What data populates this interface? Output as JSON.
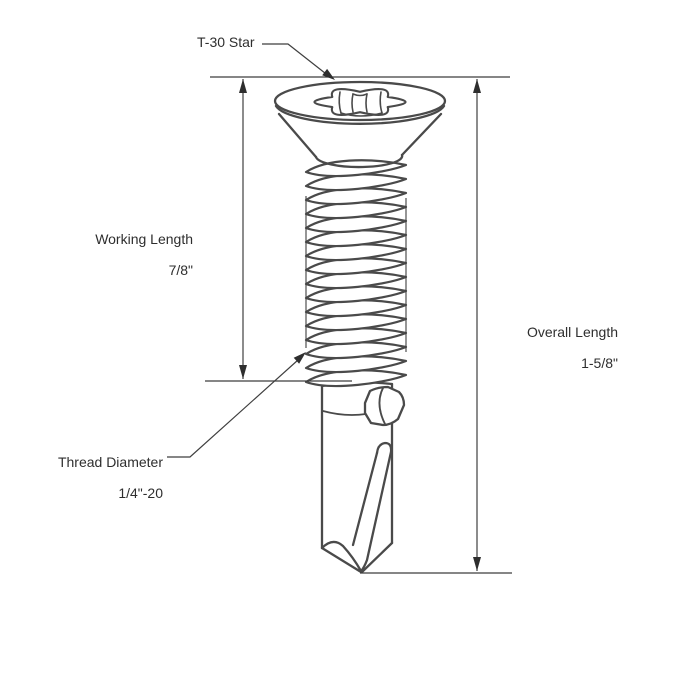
{
  "diagram": {
    "subject": "self-drilling flat head screw technical diagram",
    "labels": {
      "drive_type": "T-30 Star",
      "working_length_label": "Working Length",
      "working_length_value": "7/8\"",
      "overall_length_label": "Overall Length",
      "overall_length_value": "1-5/8\"",
      "thread_diameter_label": "Thread Diameter",
      "thread_diameter_value": "1/4\"-20"
    },
    "colors": {
      "line": "#4a4a4a",
      "dimension_line": "#3f3f3f",
      "text": "#2e2e2e",
      "background": "#ffffff"
    }
  }
}
